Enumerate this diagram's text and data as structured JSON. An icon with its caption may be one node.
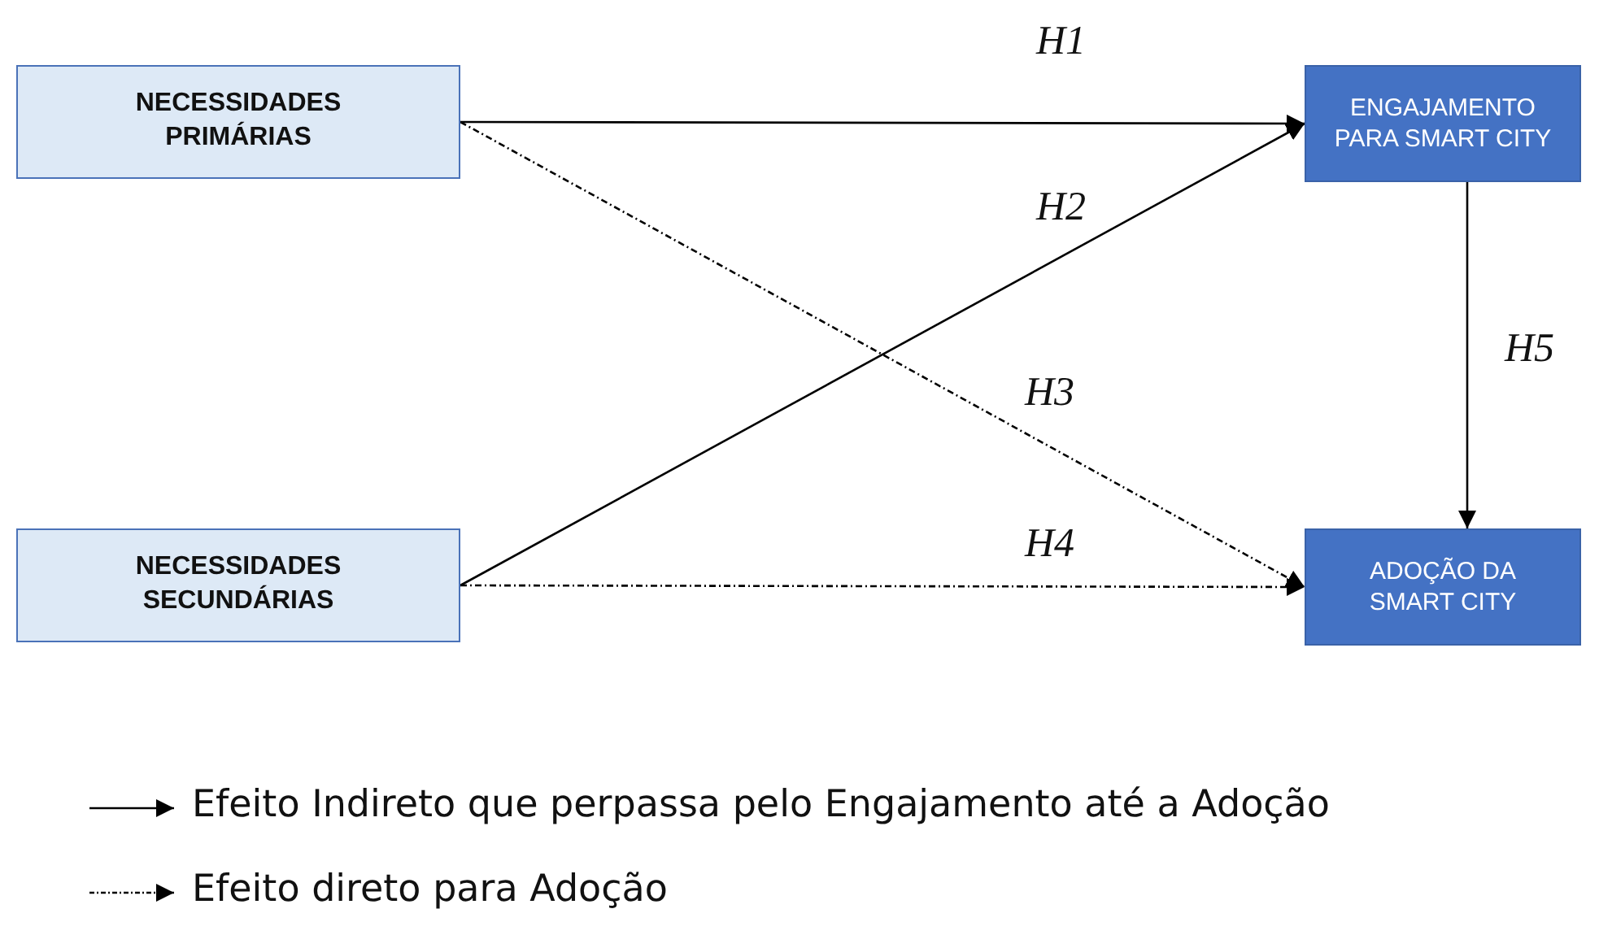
{
  "diagram": {
    "nodes": [
      {
        "text": [
          "NECESSIDADES PRIMÁRIAS"
        ]
      },
      {
        "text": [
          "NECESSIDADES SECUNDÁRIAS"
        ]
      },
      {
        "text": [
          "ENGAJAMENTO PARA SMART CITY"
        ]
      },
      {
        "text": [
          "ADOÇÃO DA SMART CITY"
        ]
      }
    ],
    "edges": [
      {
        "from": 0,
        "to": 2,
        "arrow": "to",
        "label": "H1"
      },
      {
        "from": 1,
        "to": 2,
        "arrow": "to",
        "label": "H2"
      },
      {
        "from": 0,
        "to": 3,
        "arrow": "to",
        "label": "H3",
        "style": "dashed"
      },
      {
        "from": 1,
        "to": 3,
        "arrow": "to",
        "label": "H4",
        "style": "dashed"
      },
      {
        "from": 2,
        "to": 3,
        "arrow": "to",
        "label": "H5"
      }
    ],
    "legend": [
      {
        "text": "Efeito Indireto que perpassa pelo Engajamento até a Adoção"
      },
      {
        "text": "Efeito direto para Adoção"
      }
    ]
  }
}
